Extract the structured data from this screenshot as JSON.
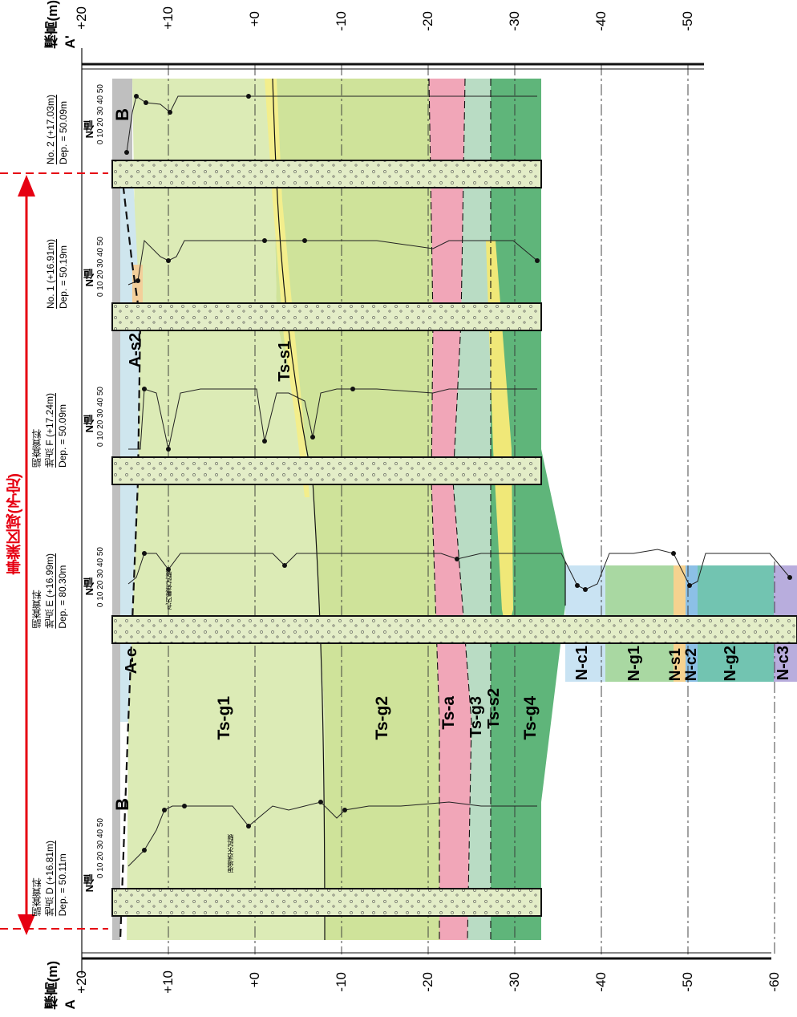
{
  "axis": {
    "left_title_lines": [
      "標高(m)",
      "A"
    ],
    "right_title_lines": [
      "標高(m)",
      "A'"
    ],
    "left_ticks": [
      "+20",
      "+10",
      "+0",
      "-10",
      "-20",
      "-30",
      "-40",
      "-50",
      "-60"
    ],
    "right_ticks": [
      "+20",
      "+10",
      "+0",
      "-10",
      "-20",
      "-30",
      "-40",
      "-50"
    ]
  },
  "project_area": {
    "label": "事業区域(予定)"
  },
  "boreholes": [
    {
      "id": "D",
      "lines": [
        "調査資料",
        "地点 D (+16.81m)",
        "Dep. = 50.11m"
      ],
      "nvalue_label": "N値",
      "scale": "0 10 20 30 40 50"
    },
    {
      "id": "E",
      "lines": [
        "調査資料",
        "地点 E (+16.99m)",
        "Dep. = 80.30m"
      ],
      "nvalue_label": "N値",
      "scale": "0 10 20 30 40 50"
    },
    {
      "id": "F",
      "lines": [
        "調査資料",
        "地点 F (+17.24m)",
        "Dep. = 50.09m"
      ],
      "nvalue_label": "N値",
      "scale": "0 10 20 30 40 50"
    },
    {
      "id": "No1",
      "lines": [
        "No. 1 (+16.91m)",
        "Dep. = 50.19m"
      ],
      "nvalue_label": "N値",
      "scale": "0 10 20 30 40 50"
    },
    {
      "id": "No2",
      "lines": [
        "No. 2 (+17.03m)",
        "Dep. = 50.09m"
      ],
      "nvalue_label": "N値",
      "scale": "0 10 20 30 40 50"
    }
  ],
  "layers": [
    {
      "code": "B",
      "color": "#bfbfbf"
    },
    {
      "code": "A-c",
      "color": "#cfe6ee"
    },
    {
      "code": "A-s2",
      "color": "#f3cf9a"
    },
    {
      "code": "Ts-g1",
      "color": "#dcebb6"
    },
    {
      "code": "Ts-s1",
      "color": "#f3ee8c"
    },
    {
      "code": "Ts-g2",
      "color": "#cfe39a"
    },
    {
      "code": "Ts-a",
      "color": "#f1a6b8"
    },
    {
      "code": "Ts-g3",
      "color": "#b9dcc4"
    },
    {
      "code": "Ts-s2",
      "color": "#f0e878"
    },
    {
      "code": "Ts-g4",
      "color": "#5fb57a"
    },
    {
      "code": "N-c1",
      "color": "#c9e3f3"
    },
    {
      "code": "N-g1",
      "color": "#a9d8a2"
    },
    {
      "code": "N-s1",
      "color": "#f6d28f"
    },
    {
      "code": "N-c2",
      "color": "#8cc0e6"
    },
    {
      "code": "N-g2",
      "color": "#72c4b1"
    },
    {
      "code": "N-c3",
      "color": "#b8addd"
    }
  ],
  "layer_labels": {
    "B_top": "B",
    "B_bottom": "B",
    "Ac": "A-c",
    "As2": "A-s2",
    "Tsg1": "Ts-g1",
    "Tss1": "Ts-s1",
    "Tsg2": "Ts-g2",
    "Tsa": "Ts-a",
    "Tsg3": "Ts-g3",
    "Tss2": "Ts-s2",
    "Tsg4": "Ts-g4",
    "Nc1": "N-c1",
    "Ng1": "N-g1",
    "Ns1": "N-s1",
    "Nc2": "N-c2",
    "Ng2": "N-g2",
    "Nc3": "N-c3"
  },
  "test_notes": {
    "lift": "現場透水試験",
    "lateral": "孔内載荷試験"
  },
  "colors": {
    "project_area": "#e60012",
    "grid": "#333333",
    "boundary": "#111111"
  }
}
